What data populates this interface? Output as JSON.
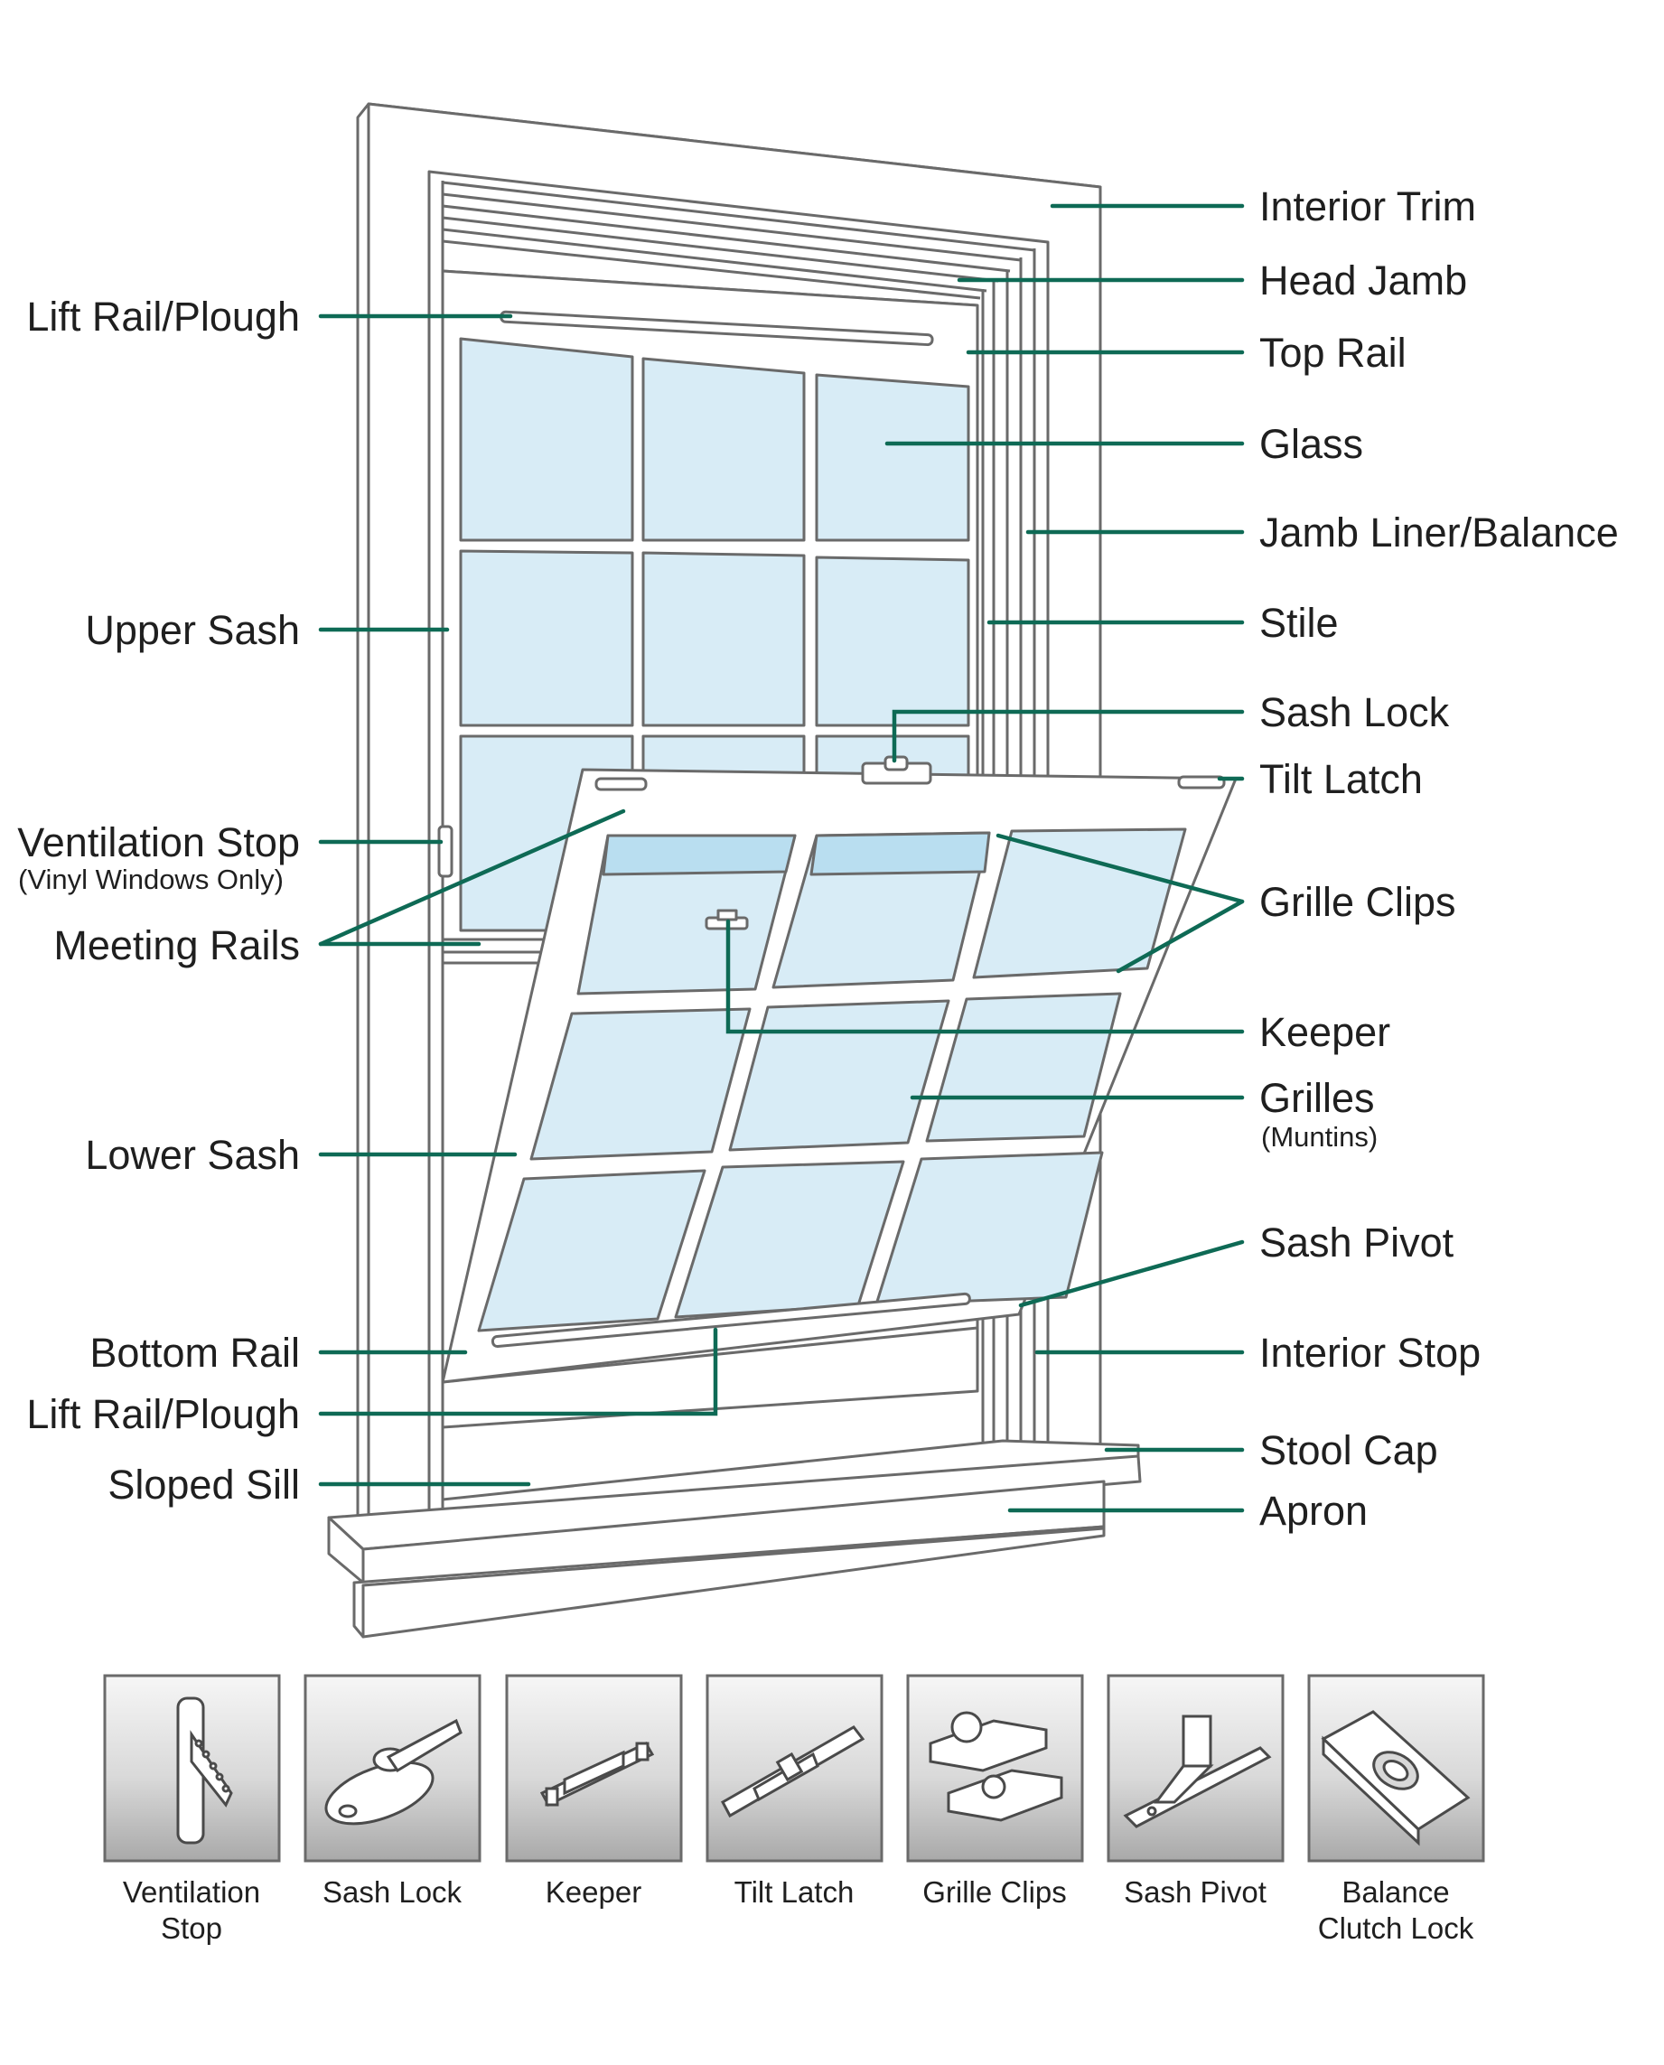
{
  "colors": {
    "leader": "#0e6a55",
    "outline": "#6a6a6a",
    "glass": "#d8ecf6",
    "glass_dark": "#b9def0",
    "frame_fill": "#ffffff",
    "thumb_top": "#f4f4f4",
    "thumb_bottom": "#a8a8a8"
  },
  "callouts_left": {
    "lift_rail_top": "Lift Rail/Plough",
    "upper_sash": "Upper Sash",
    "ventilation_stop": "Ventilation Stop",
    "ventilation_stop_note": "(Vinyl Windows Only)",
    "meeting_rails": "Meeting Rails",
    "lower_sash": "Lower Sash",
    "bottom_rail": "Bottom Rail",
    "lift_rail_bottom": "Lift Rail/Plough",
    "sloped_sill": "Sloped Sill"
  },
  "callouts_right": {
    "interior_trim": "Interior Trim",
    "head_jamb": "Head Jamb",
    "top_rail": "Top Rail",
    "glass": "Glass",
    "jamb_liner": "Jamb Liner/Balance",
    "stile": "Stile",
    "sash_lock": "Sash Lock",
    "tilt_latch": "Tilt Latch",
    "grille_clips": "Grille Clips",
    "keeper": "Keeper",
    "grilles": "Grilles",
    "grilles_note": "(Muntins)",
    "sash_pivot": "Sash Pivot",
    "interior_stop": "Interior Stop",
    "stool_cap": "Stool Cap",
    "apron": "Apron"
  },
  "thumbnails": [
    {
      "icon": "ventilation-stop-icon",
      "caption_line1": "Ventilation",
      "caption_line2": "Stop"
    },
    {
      "icon": "sash-lock-icon",
      "caption_line1": "Sash Lock",
      "caption_line2": ""
    },
    {
      "icon": "keeper-icon",
      "caption_line1": "Keeper",
      "caption_line2": ""
    },
    {
      "icon": "tilt-latch-icon",
      "caption_line1": "Tilt Latch",
      "caption_line2": ""
    },
    {
      "icon": "grille-clips-icon",
      "caption_line1": "Grille Clips",
      "caption_line2": ""
    },
    {
      "icon": "sash-pivot-icon",
      "caption_line1": "Sash Pivot",
      "caption_line2": ""
    },
    {
      "icon": "balance-clutch-lock-icon",
      "caption_line1": "Balance",
      "caption_line2": "Clutch Lock"
    }
  ]
}
